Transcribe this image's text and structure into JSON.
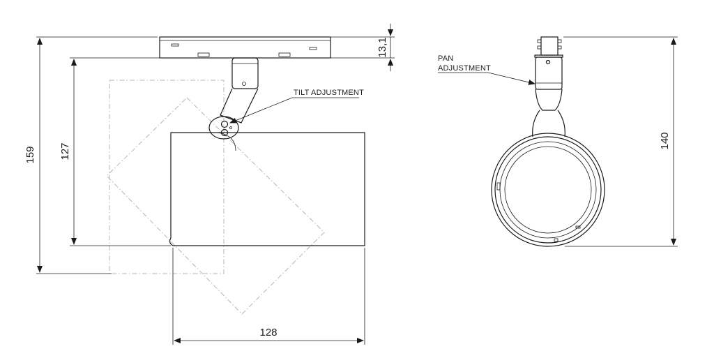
{
  "labels": {
    "tilt": "TILT ADJUSTMENT",
    "pan_line1": "PAN",
    "pan_line2": "ADJUSTMENT"
  },
  "dimensions": {
    "overall_height": "159",
    "body_height": "127",
    "adapter_height": "13,1",
    "body_length": "128",
    "front_height": "140"
  },
  "colors": {
    "line": "#1a1a1a",
    "ghost": "#b5b5b5",
    "background": "#ffffff"
  }
}
